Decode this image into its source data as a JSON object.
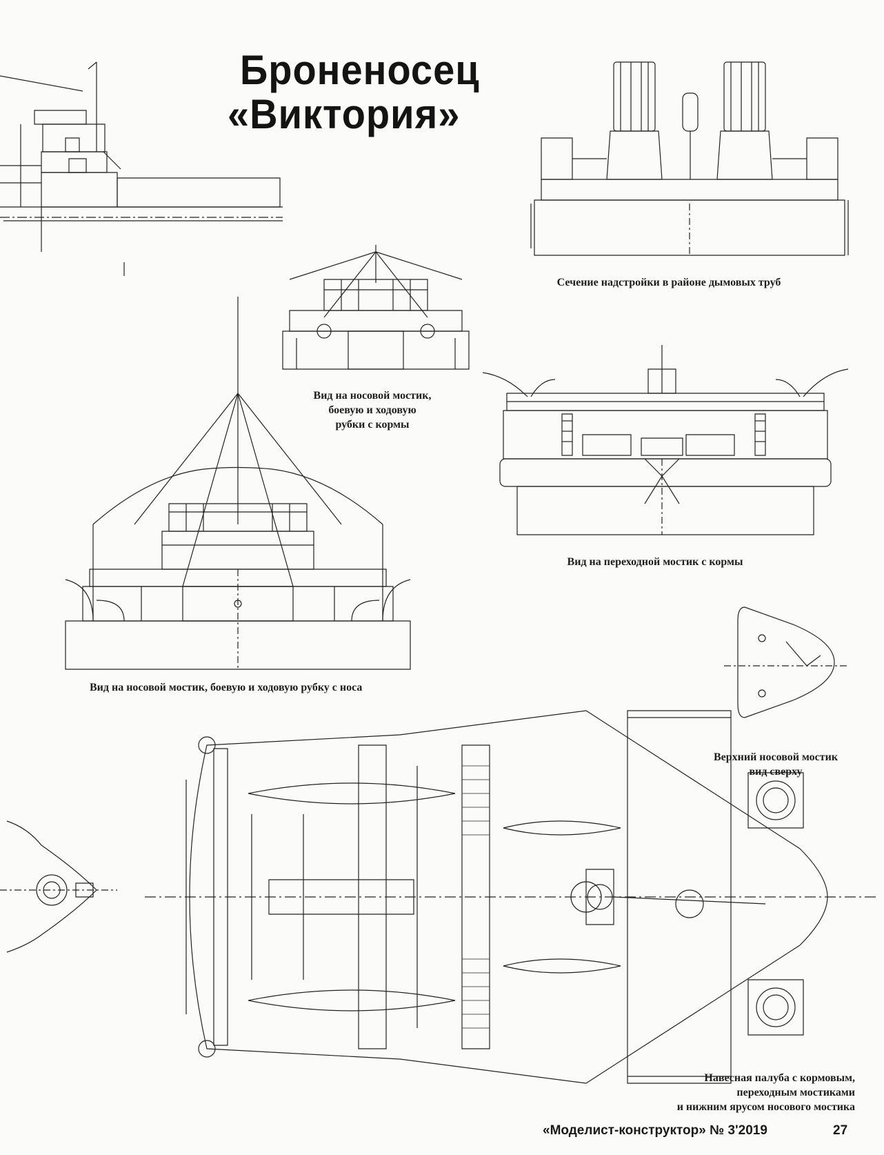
{
  "title": {
    "line1": "Броненосец",
    "line2": "«Виктория»"
  },
  "captions": {
    "funnel_section": "Сечение надстройки в районе дымовых труб",
    "bridge_aft_1": "Вид на носовой мостик,",
    "bridge_aft_2": "боевую и ходовую",
    "bridge_aft_3": "рубки с кормы",
    "transit_bridge": "Вид на переходной мостик с кормы",
    "bridge_bow": "Вид на носовой мостик, боевую и ходовую рубку с носа",
    "upper_bridge_1": "Верхний носовой мостик",
    "upper_bridge_2": "вид сверху",
    "deck_1": "Навесная палуба с кормовым,",
    "deck_2": "переходным мостиками",
    "deck_3": "и нижним ярусом носового мостика"
  },
  "footer": {
    "magazine": "«Моделист-конструктор» № 3'2019",
    "page_number": "27"
  },
  "colors": {
    "ink": "#1a1a1a",
    "paper": "#fbfbf9"
  }
}
